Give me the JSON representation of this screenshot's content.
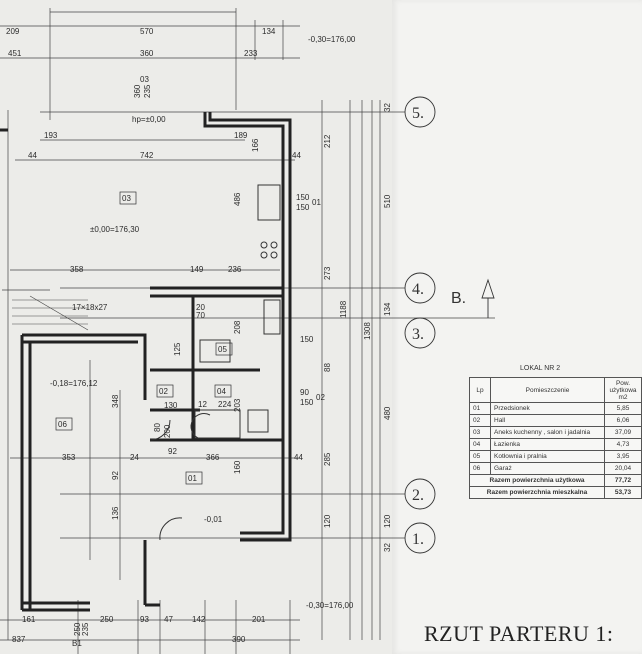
{
  "top_dims": {
    "d209": "209",
    "d570": "570",
    "d134": "134",
    "d451": "451",
    "d360": "360",
    "d233": "233",
    "level_top": "-0,30=176,00"
  },
  "room_03": {
    "code": "03",
    "dims_a": "360",
    "dims_b": "235",
    "hp": "hp=±0,00",
    "d193": "193",
    "d189": "189",
    "d44a": "44",
    "d742": "742",
    "d44b": "44",
    "d166": "166",
    "d486": "486",
    "tag": "03",
    "level": "±0,00=176,30",
    "d236": "236",
    "d358": "358",
    "d149": "149"
  },
  "stairs": "17×18x27",
  "room_06": {
    "level": "-0,18=176,12",
    "d348": "348",
    "tag": "06",
    "d353": "353",
    "d24": "24",
    "d92": "92",
    "d136": "136",
    "d250": "250",
    "d235": "235",
    "b1": "B1"
  },
  "room_05": {
    "tag": "05",
    "d125": "125",
    "d208": "208",
    "d70": "70",
    "d20": "20"
  },
  "room_04": {
    "tag": "04",
    "d224": "224",
    "d12": "12",
    "d203": "203"
  },
  "room_02": {
    "tag": "02",
    "d130": "130",
    "d80": "80",
    "d200": "200",
    "d92": "92"
  },
  "room_01": {
    "tag": "01",
    "d366": "366",
    "d160": "160",
    "d44": "44",
    "level": "-0,01"
  },
  "right_dims": {
    "d212": "212",
    "d510": "510",
    "d273": "273",
    "d1188": "1188",
    "d1308": "1308",
    "d134": "134",
    "d88": "88",
    "d480": "480",
    "d285": "285",
    "d120a": "120",
    "d120b": "120",
    "d32a": "32",
    "d32b": "32",
    "w15001a": "150",
    "w15001b": "150",
    "w01": "01",
    "w150": "150",
    "w9002": "90",
    "w15002": "150",
    "w02": "02"
  },
  "axes": [
    "5.",
    "4.",
    "3.",
    "2.",
    "1."
  ],
  "section_label": "B.",
  "bottom_dims": {
    "d161": "161",
    "d250": "250",
    "d93": "93",
    "d47": "47",
    "d142": "142",
    "d201": "201",
    "d837": "837",
    "d390": "390",
    "level_bottom": "-0,30=176,00"
  },
  "legend": {
    "caption": "LOKAL NR 2",
    "headers": {
      "lp": "Lp",
      "name": "Pomieszczenie",
      "area": "Pow. użytkowa m2"
    },
    "rows": [
      {
        "lp": "01",
        "name": "Przedsionek",
        "area": "5,85"
      },
      {
        "lp": "02",
        "name": "Hall",
        "area": "6,06"
      },
      {
        "lp": "03",
        "name": "Aneks kuchenny , salon i jadalnia",
        "area": "37,09"
      },
      {
        "lp": "04",
        "name": "Łazienka",
        "area": "4,73"
      },
      {
        "lp": "05",
        "name": "Kotłownia i pralnia",
        "area": "3,95"
      },
      {
        "lp": "06",
        "name": "Garaż",
        "area": "20,04"
      }
    ],
    "total_usable_label": "Razem powierzchnia użytkowa",
    "total_usable": "77,72",
    "total_living_label": "Razem powierzchnia mieszkalna",
    "total_living": "53,73"
  },
  "title": "RZUT PARTERU 1:"
}
